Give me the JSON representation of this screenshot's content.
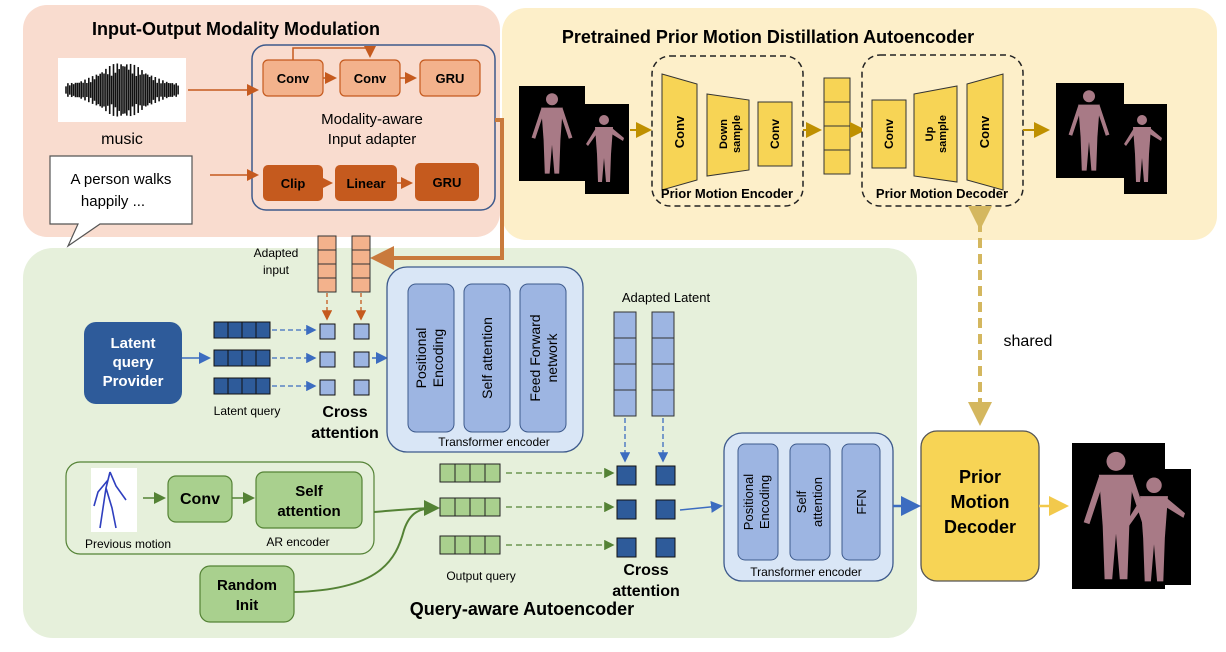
{
  "modality": {
    "title": "Input-Output Modality Modulation",
    "music_label": "music",
    "speech_line1": "A person walks",
    "speech_line2": "happily ...",
    "conv1": "Conv",
    "conv2": "Conv",
    "gru1": "GRU",
    "adapter_line1": "Modality-aware",
    "adapter_line2": "Input adapter",
    "clip": "Clip",
    "linear": "Linear",
    "gru2": "GRU"
  },
  "pretrained": {
    "title": "Pretrained Prior Motion Distillation Autoencoder",
    "enc_conv1": "Conv",
    "enc_down_1": "Down",
    "enc_down_2": "sample",
    "enc_conv2": "Conv",
    "encoder_label": "Prior Motion Encoder",
    "dec_conv1": "Conv",
    "dec_up_1": "Up",
    "dec_up_2": "sample",
    "dec_conv2": "Conv",
    "decoder_label": "Prior Motion Decoder"
  },
  "shared_label": "shared",
  "query": {
    "title": "Query-aware Autoencoder",
    "adapted_input_1": "Adapted",
    "adapted_input_2": "input",
    "latent_provider_1": "Latent",
    "latent_provider_2": "query",
    "latent_provider_3": "Provider",
    "latent_query_label": "Latent query",
    "cross_attn_1_a": "Cross",
    "cross_attn_1_b": "attention",
    "te1_pos_1": "Positional",
    "te1_pos_2": "Encoding",
    "te1_self": "Self attention",
    "te1_ff_1": "Feed Forward",
    "te1_ff_2": "network",
    "te1_label": "Transformer encoder",
    "adapted_latent_label": "Adapted Latent",
    "prev_motion_label": "Previous motion",
    "ar_conv": "Conv",
    "ar_self_1": "Self",
    "ar_self_2": "attention",
    "ar_encoder_label": "AR encoder",
    "random_1": "Random",
    "random_2": "Init",
    "output_query_label": "Output query",
    "cross_attn_2_a": "Cross",
    "cross_attn_2_b": "attention",
    "te2_pos_1": "Positional",
    "te2_pos_2": "Encoding",
    "te2_self_1": "Self",
    "te2_self_2": "attention",
    "te2_ffn": "FFN",
    "te2_label": "Transformer encoder"
  },
  "prior_decoder": {
    "line1": "Prior",
    "line2": "Motion",
    "line3": "Decoder"
  },
  "colors": {
    "modality_bg": "#f9dccf",
    "pretrained_bg": "#fdefc9",
    "query_bg": "#e6f0db",
    "conv_light": "#f3b28c",
    "clip_dark": "#c55a1e",
    "yellow_block": "#f7d455",
    "dark_blue": "#2e5b9a",
    "light_blue": "#9db5e2",
    "green_block": "#a9d08e",
    "orange_arrow": "#c55a1e",
    "gold_arrow": "#bf9000",
    "body_pink": "#a87a86"
  }
}
